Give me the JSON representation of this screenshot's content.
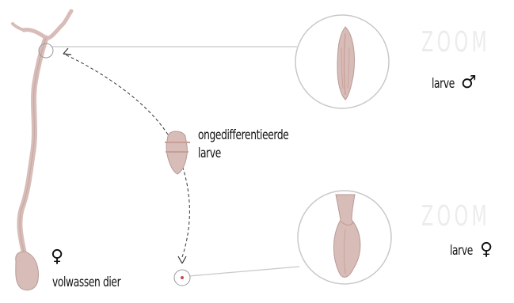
{
  "labels": {
    "zoom_top": "ZOOM",
    "zoom_bottom": "ZOOM",
    "larva_male": "larve",
    "larva_female": "larve",
    "undiff_line1": "ongedifferentieerde",
    "undiff_line2": "larve",
    "adult": "volwassen dier"
  },
  "symbols": {
    "male": "♂",
    "female": "♀",
    "adult_female": "♀"
  },
  "colors": {
    "organism": "#d8bcb8",
    "organism_outline": "#b89a96",
    "organism_inner": "#c79e98",
    "circle_stroke": "#c8c8c8",
    "arrow": "#333333",
    "zoom_text": "#ececec"
  }
}
